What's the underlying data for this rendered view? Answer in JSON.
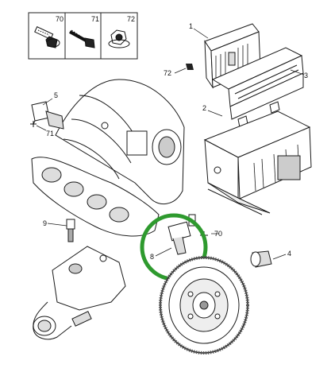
{
  "legend": {
    "boxes": [
      {
        "number": "70",
        "icon": "flanged-bolt-icon"
      },
      {
        "number": "71",
        "icon": "screw-icon"
      },
      {
        "number": "72",
        "icon": "flanged-nut-icon"
      }
    ]
  },
  "callouts": [
    {
      "key": "c1",
      "number": "1",
      "part": "ecu-module"
    },
    {
      "key": "c3",
      "number": "3",
      "part": "ecu-bracket"
    },
    {
      "key": "c72",
      "number": "72",
      "part": "nut"
    },
    {
      "key": "c2",
      "number": "2",
      "part": "ecu-tray"
    },
    {
      "key": "c5",
      "number": "5",
      "part": "sensor"
    },
    {
      "key": "c71",
      "number": "71",
      "part": "screw"
    },
    {
      "key": "c9",
      "number": "9",
      "part": "temperature-sensor"
    },
    {
      "key": "c70",
      "number": "70",
      "part": "bolt"
    },
    {
      "key": "c8",
      "number": "8",
      "part": "crankshaft-position-sensor"
    },
    {
      "key": "c4",
      "number": "4",
      "part": "sensor"
    }
  ],
  "highlight": {
    "color": "#2e9a2e",
    "target_callout": "8"
  },
  "colors": {
    "line": "#1a1a1a",
    "legend_border": "#222222"
  }
}
